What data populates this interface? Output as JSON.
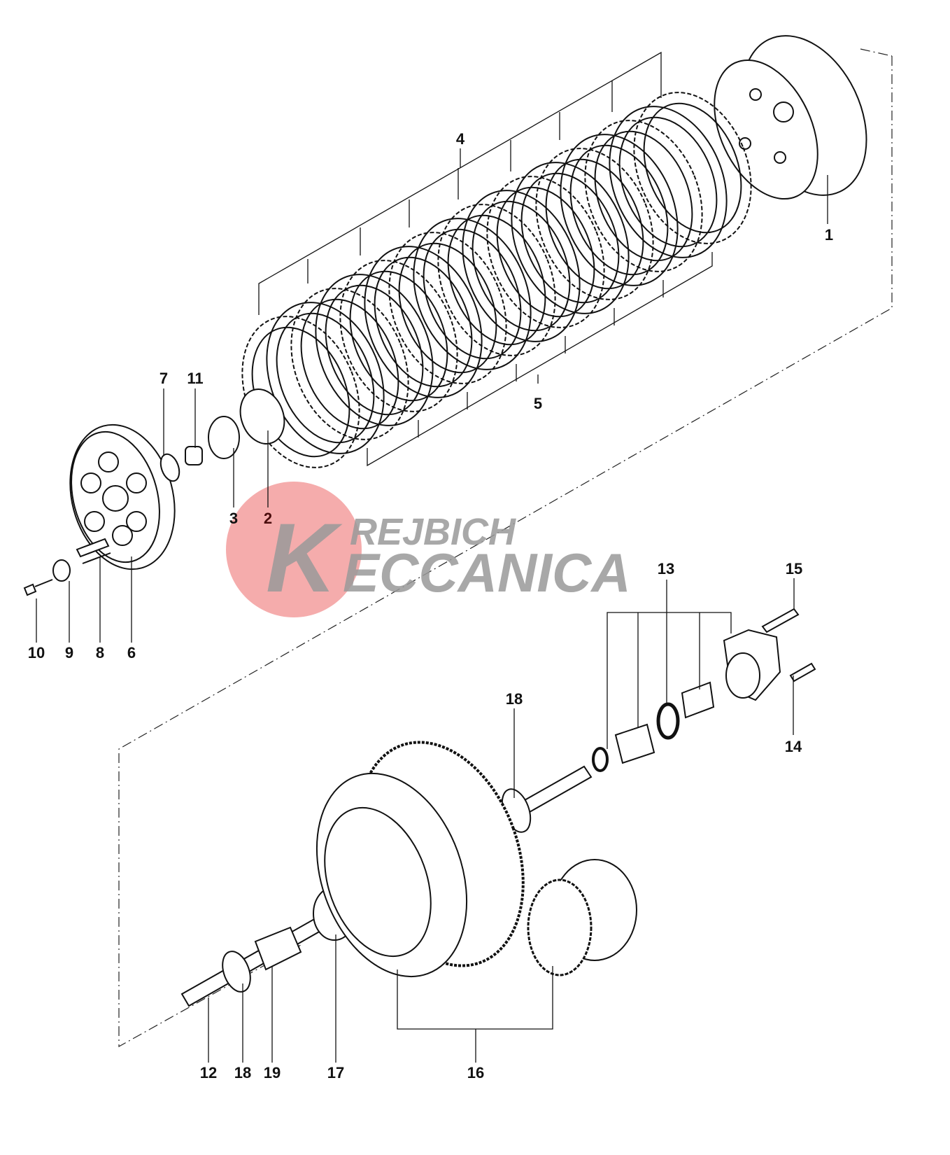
{
  "diagram": {
    "title": "Clutch assembly exploded view",
    "callouts": [
      {
        "id": "c1",
        "text": "1"
      },
      {
        "id": "c4",
        "text": "4"
      },
      {
        "id": "c5",
        "text": "5"
      },
      {
        "id": "c7",
        "text": "7"
      },
      {
        "id": "c11",
        "text": "11"
      },
      {
        "id": "c3",
        "text": "3"
      },
      {
        "id": "c2",
        "text": "2"
      },
      {
        "id": "c10",
        "text": "10"
      },
      {
        "id": "c9",
        "text": "9"
      },
      {
        "id": "c8",
        "text": "8"
      },
      {
        "id": "c6",
        "text": "6"
      },
      {
        "id": "c13",
        "text": "13"
      },
      {
        "id": "c15",
        "text": "15"
      },
      {
        "id": "c14",
        "text": "14"
      },
      {
        "id": "c18a",
        "text": "18"
      },
      {
        "id": "c12",
        "text": "12"
      },
      {
        "id": "c18b",
        "text": "18"
      },
      {
        "id": "c19",
        "text": "19"
      },
      {
        "id": "c17",
        "text": "17"
      },
      {
        "id": "c16",
        "text": "16"
      }
    ]
  },
  "watermark": {
    "line1": "REJBICH",
    "line2": "ECCANICA",
    "initial": "K",
    "color_circle": "#f4a3a3",
    "color_text": "#9a9a9a"
  }
}
